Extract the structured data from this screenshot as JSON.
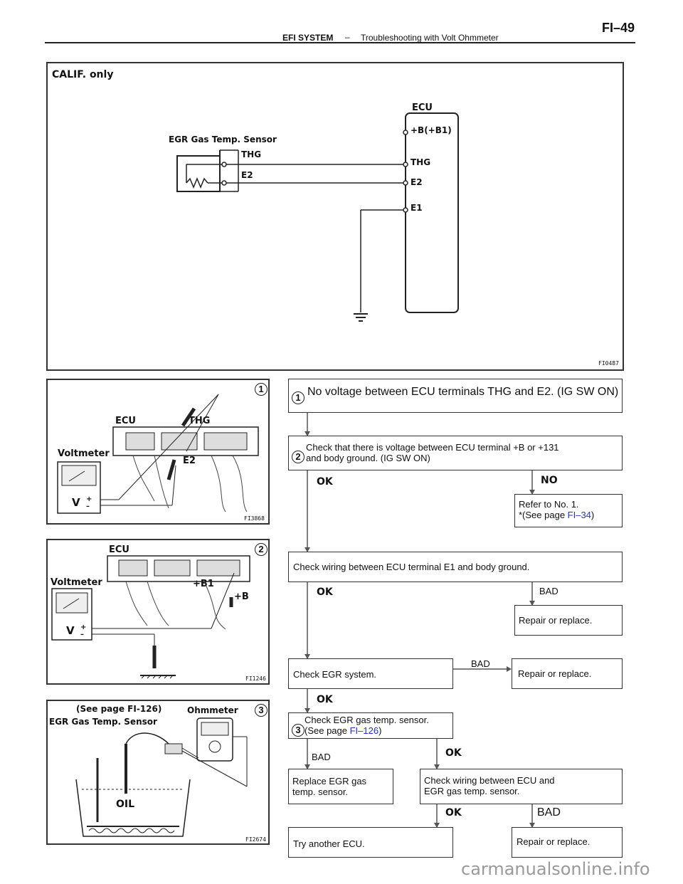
{
  "header": {
    "section": "EFI SYSTEM",
    "dash": "–",
    "subtitle": "Troubleshooting with Volt Ohmmeter",
    "page": "FI–49"
  },
  "top_diagram": {
    "calif_label": "CALIF. only",
    "ecu_label": "ECU",
    "sensor_label": "EGR Gas Temp. Sensor",
    "sensor_pin_thg": "THG",
    "sensor_pin_e2": "E2",
    "ecu_pin_b": "+B(+B1)",
    "ecu_pin_thg": "THG",
    "ecu_pin_e2": "E2",
    "ecu_pin_e1": "E1",
    "fig_code": "FI0487"
  },
  "illustrations": {
    "one": {
      "num": "1",
      "ecu": "ECU",
      "thg": "THG",
      "e2": "E2",
      "meter": "Voltmeter",
      "v": "V",
      "plus": "+",
      "minus": "–",
      "code": "FI3868"
    },
    "two": {
      "num": "2",
      "ecu": "ECU",
      "b1": "+B1",
      "b": "+B",
      "meter": "Voltmeter",
      "v": "V",
      "plus": "+",
      "minus": "–",
      "code": "FI1246"
    },
    "three": {
      "num": "3",
      "see": "(See page FI-126)",
      "sensor": "EGR Gas Temp. Sensor",
      "meter": "Ohmmeter",
      "oil": "OIL",
      "code": "FI2674"
    }
  },
  "flow": {
    "start": {
      "num": "1",
      "text": "No voltage between ECU terminals THG and E2. (IG SW ON)"
    },
    "step2": {
      "num": "2",
      "line1": "Check that there is voltage between ECU terminal +B or +131",
      "line2": "and body ground. (IG SW ON)"
    },
    "step2_ok": "OK",
    "step2_no": "NO",
    "refer": {
      "line1": "Refer to No. 1.",
      "see_pre": "*(See page ",
      "link": "FI–34",
      "see_post": ")"
    },
    "wiring_e1": "Check wiring between ECU terminal E1 and body ground.",
    "wiring_e1_ok": "OK",
    "wiring_e1_bad": "BAD",
    "repair1": "Repair or replace.",
    "egr_system": "Check EGR system.",
    "egr_bad": "BAD",
    "repair2": "Repair or replace.",
    "egr_ok": "OK",
    "step3": {
      "num": "3",
      "line1": "Check EGR gas temp. sensor.",
      "see_pre": "(See page ",
      "link": "FI–126",
      "see_post": ")"
    },
    "step3_bad": "BAD",
    "step3_ok": "OK",
    "replace": {
      "line1": "Replace EGR gas",
      "line2": "temp. sensor."
    },
    "wiring_sensor": {
      "line1": "Check wiring between ECU and",
      "line2": "EGR gas temp. sensor."
    },
    "wiring_sensor_ok": "OK",
    "wiring_sensor_bad": "BAD",
    "try_ecu": "Try another ECU.",
    "repair3": "Repair or replace."
  },
  "watermark": "carmanualsonline.info"
}
